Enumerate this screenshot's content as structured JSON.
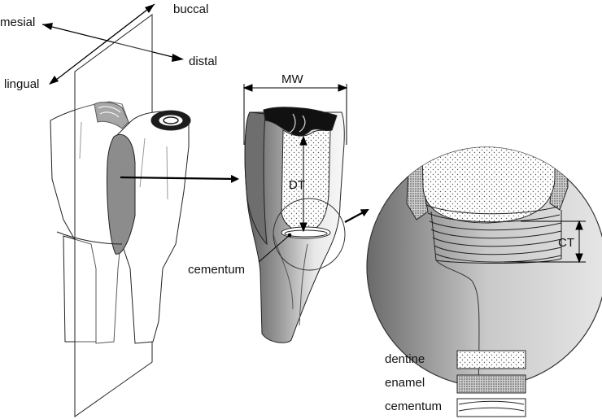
{
  "directions": {
    "buccal": "buccal",
    "mesial": "mesial",
    "distal": "distal",
    "lingual": "lingual"
  },
  "measurements": {
    "mw": "MW",
    "dt": "DT",
    "ct": "CT"
  },
  "annotation": {
    "cementum": "cementum"
  },
  "legend": {
    "items": [
      {
        "label": "dentine",
        "pattern": "dots-sparse"
      },
      {
        "label": "enamel",
        "pattern": "dots-dense"
      },
      {
        "label": "cementum",
        "pattern": "wavy-lines"
      }
    ]
  },
  "colors": {
    "stroke": "#222222",
    "enamel_dark": "#1a1a1a",
    "shade": "#8c8c8c"
  }
}
